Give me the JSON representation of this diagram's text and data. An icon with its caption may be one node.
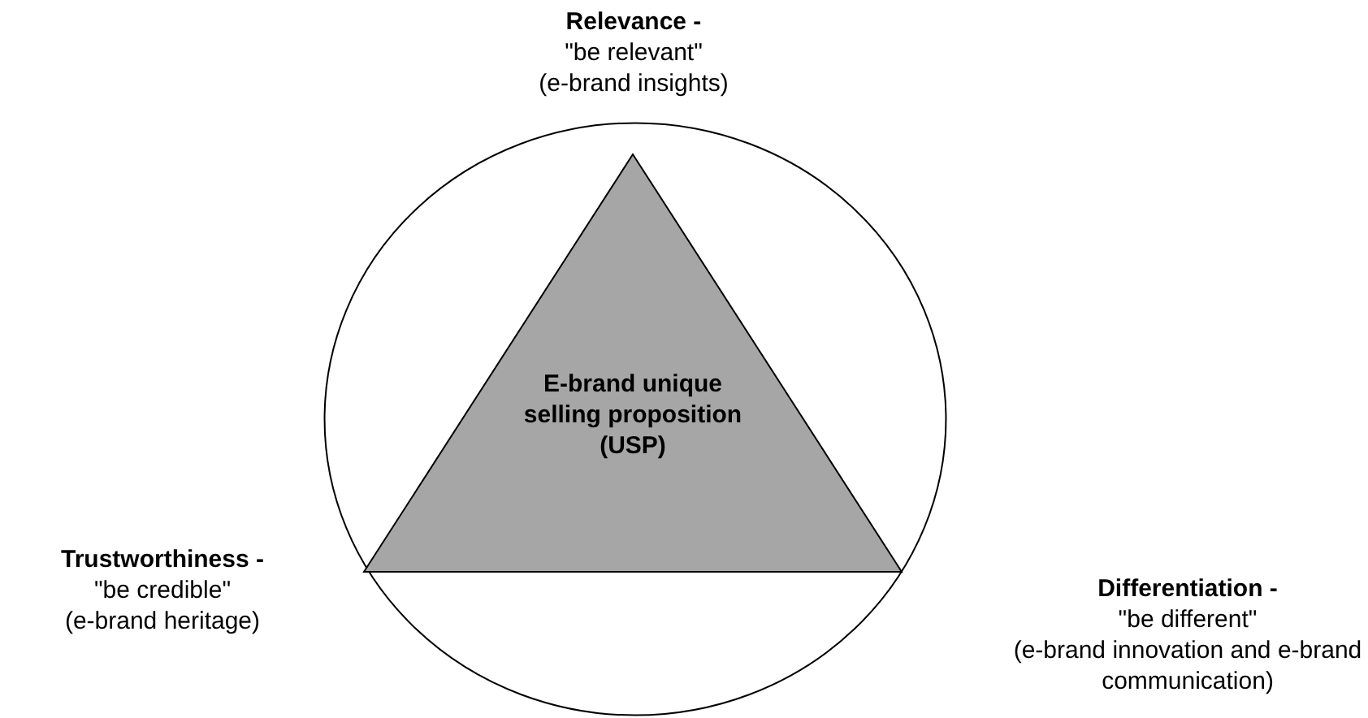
{
  "diagram": {
    "nodes": [
      {
        "text": [],
        "shape": "circle"
      },
      {
        "text": [
          "E-brand unique selling proposition (USP)"
        ],
        "in": 0
      }
    ],
    "labels": [
      "Relevance -",
      "\"be relevant\"",
      "(e-brand insights)",
      "Trustworthiness -",
      "\"be credible\"",
      "(e-brand heritage)",
      "Differentiation -",
      "\"be different\"",
      "(e-brand innovation and e-brand communication)"
    ]
  }
}
